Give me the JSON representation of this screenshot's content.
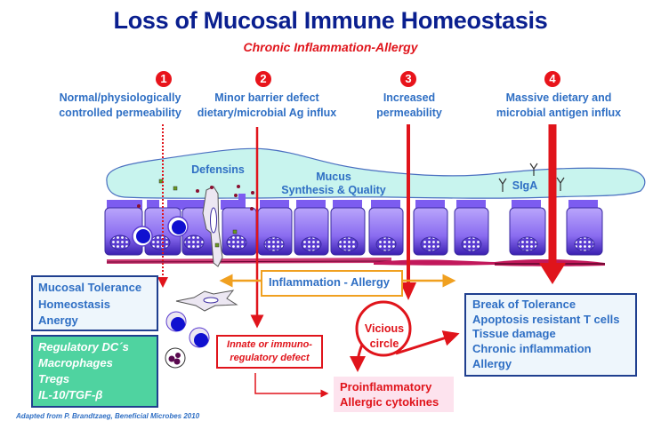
{
  "header": {
    "title": "Loss of Mucosal Immune Homeostasis",
    "subtitle": "Chronic Inflammation-Allergy"
  },
  "steps": [
    {
      "number": "1",
      "line1": "Normal/physiologically",
      "line2": "controlled permeability"
    },
    {
      "number": "2",
      "line1": "Minor barrier defect",
      "line2": "dietary/microbial Ag influx"
    },
    {
      "number": "3",
      "line1": "Increased",
      "line2": "permeability"
    },
    {
      "number": "4",
      "line1": "Massive dietary and",
      "line2": "microbial antigen influx"
    }
  ],
  "mucus_layer": {
    "defensins": "Defensins",
    "mucus_line1": "Mucus",
    "mucus_line2": "Synthesis & Quality",
    "siga": "SIgA"
  },
  "boxes": {
    "tolerance": [
      "Mucosal Tolerance",
      "Homeostasis",
      "Anergy"
    ],
    "regulatory": [
      "Regulatory DC´s",
      "Macrophages",
      "Tregs",
      "IL-10/TGF-β"
    ],
    "inflammation": "Inflammation - Allergy",
    "innate": [
      "Innate or immuno-",
      "regulatory defect"
    ],
    "vicious": [
      "Vicious",
      "circle"
    ],
    "break": [
      "Break of Tolerance",
      "Apoptosis resistant T cells",
      "Tissue damage",
      "Chronic inflammation",
      "Allergy"
    ],
    "proinflammatory": [
      "Proinflammatory",
      "Allergic cytokines"
    ]
  },
  "colors": {
    "title_blue": "#0a1f8f",
    "text_blue": "#2f6fc4",
    "accent_red": "#e0141b",
    "orange": "#f0a020",
    "teal_box": "#4fd3a0",
    "cell_purple": "#8a6cf0",
    "mucus": "#c8f4ee"
  },
  "credit": "Adapted from P. Brandtzaeg, Beneficial Microbes 2010"
}
